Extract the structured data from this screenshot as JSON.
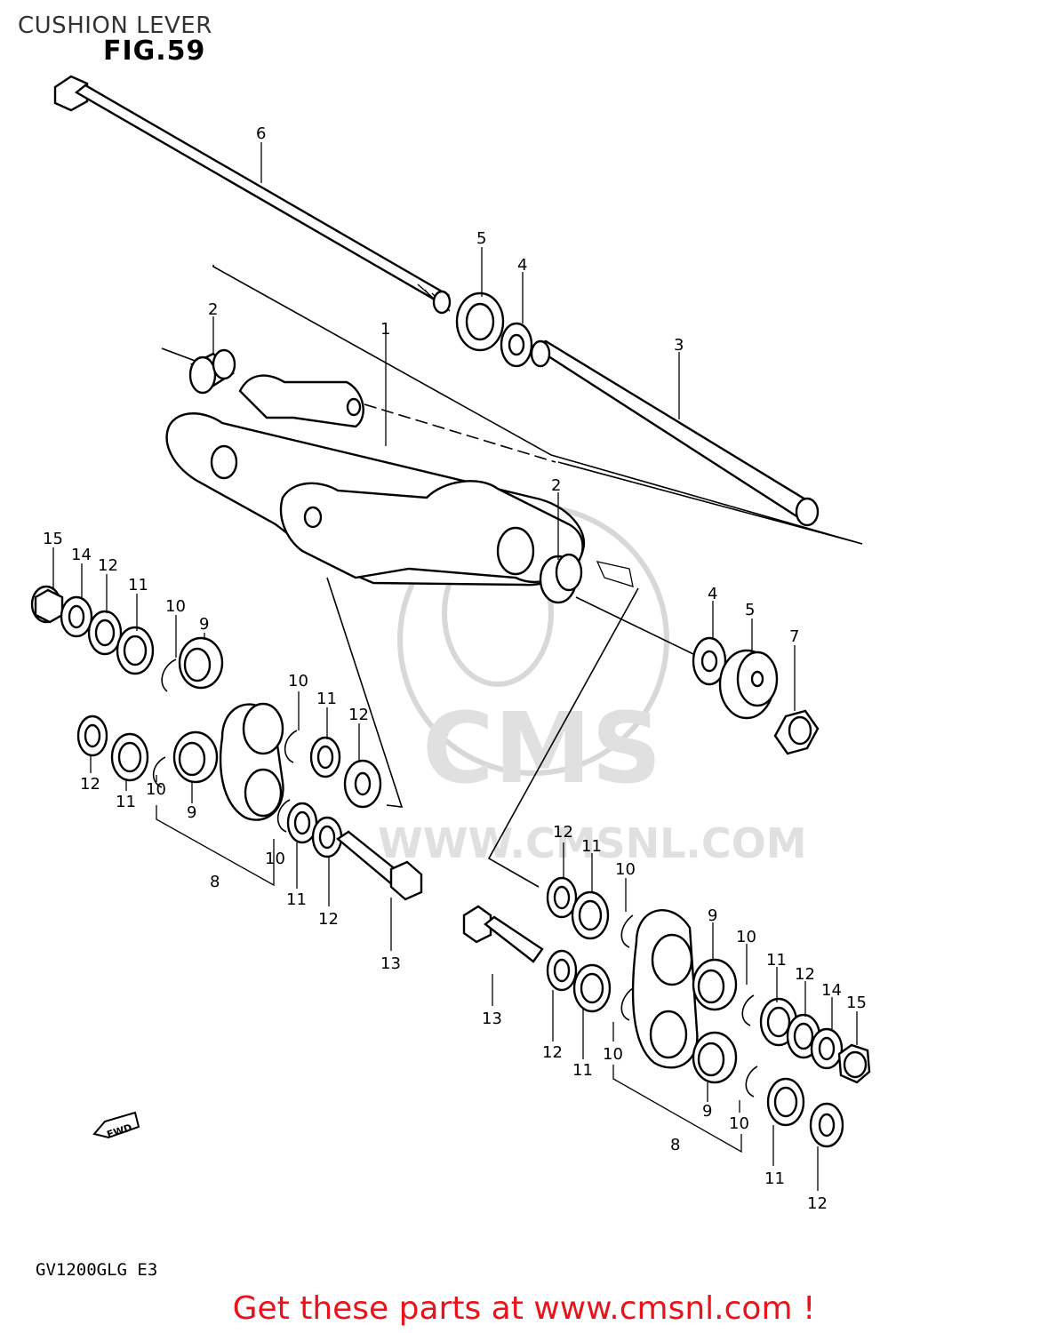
{
  "header": {
    "title": "CUSHION LEVER",
    "figure": "FIG.59"
  },
  "watermark": {
    "brand": "CMS",
    "url": "WWW.CMSNL.COM"
  },
  "fwd_arrow": "FWD",
  "model_code": "GV1200GLG E3",
  "footer": {
    "cta": "Get these parts at www.cmsnl.com !"
  },
  "callouts": {
    "c1": "1",
    "c2a": "2",
    "c2b": "2",
    "c3": "3",
    "c4a": "4",
    "c4b": "4",
    "c5a": "5",
    "c5b": "5",
    "c6": "6",
    "c7": "7",
    "L15": "15",
    "L14": "14",
    "L12a": "12",
    "L11a": "11",
    "L10a": "10",
    "L9a": "9",
    "L10b": "10",
    "L11b": "11",
    "L12b": "12",
    "L12c": "12",
    "L11c": "11",
    "L10c": "10",
    "L9b": "9",
    "L8": "8",
    "L10d": "10",
    "L11d": "11",
    "L12d": "12",
    "L13": "13",
    "R12a": "12",
    "R11a": "11",
    "R10a": "10",
    "R9a": "9",
    "R10b": "10",
    "R11b": "11",
    "R12b": "12",
    "R14": "14",
    "R15": "15",
    "R13": "13",
    "R12c": "12",
    "R11c": "11",
    "R10c": "10",
    "R9b": "9",
    "R10d": "10",
    "R8": "8",
    "R11d": "11",
    "R12d": "12"
  }
}
